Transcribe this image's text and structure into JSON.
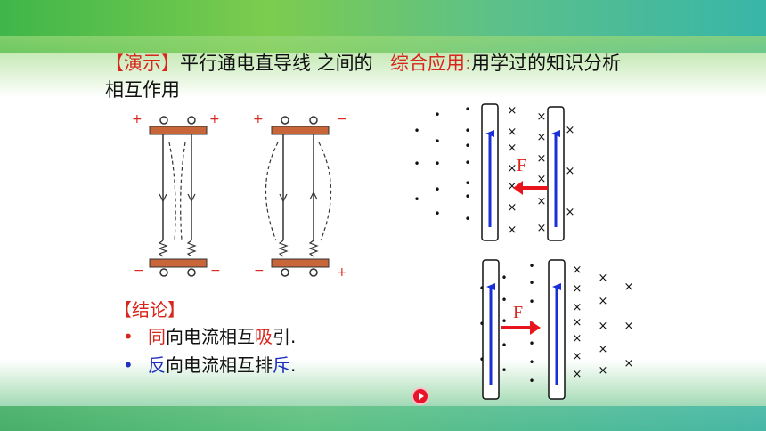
{
  "demo": {
    "bracket_open": "【",
    "label": "演示",
    "bracket_close": "】",
    "text": "平行通电直导线 之间的相互作用"
  },
  "application": {
    "label": "综合应用:",
    "text": "用学过的知识分析"
  },
  "conclusion": {
    "title": "【结论】",
    "items": [
      {
        "bullet": "•",
        "highlight1": "同",
        "middle": "向电流相互",
        "highlight2": "吸",
        "tail": "引."
      },
      {
        "bullet": "•",
        "highlight1": "反",
        "middle": "向电流相互排",
        "highlight2": "斥",
        "tail": "."
      }
    ]
  },
  "apparatus": {
    "plus": "+",
    "minus": "−"
  },
  "diagram": {
    "force_label": "F",
    "dot_symbol": "•",
    "cross_symbol": "×"
  },
  "colors": {
    "red": "#d9261c",
    "blue": "#1f2fbf",
    "arrow_blue": "#1a2fd6",
    "copper": "#c8663a"
  },
  "icons": {
    "play": "play-icon"
  }
}
